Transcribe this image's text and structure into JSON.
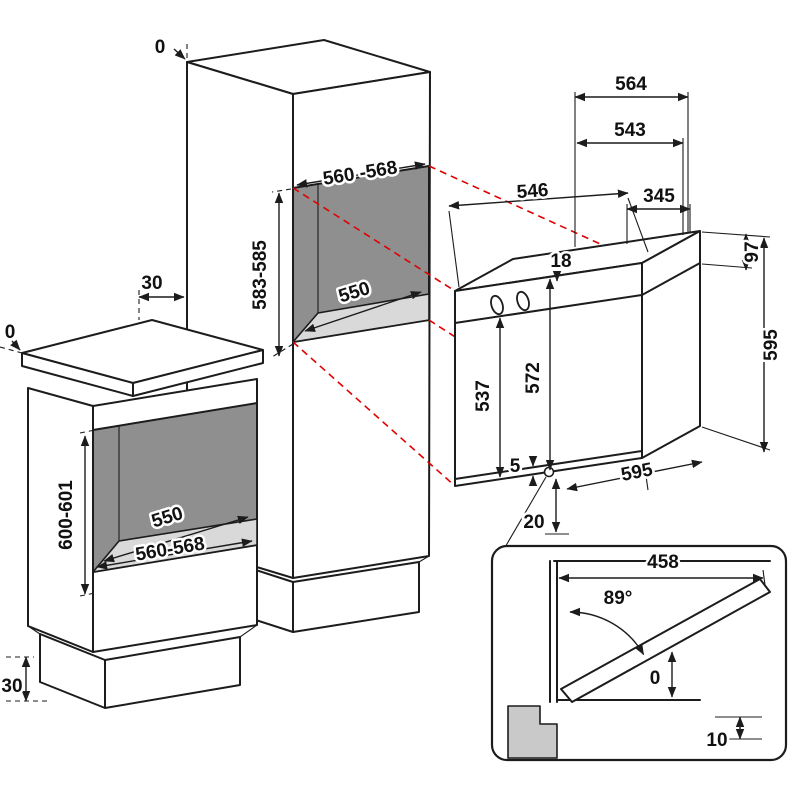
{
  "figure": {
    "kind": "built-in oven installation diagram"
  },
  "colors": {
    "outline": "#1c1c1c",
    "projection": "#e10000",
    "niche_back": "#8f8f8f",
    "niche_floor": "#d9d9d9",
    "detail_base": "#c9c9c9"
  },
  "tall_unit": {
    "top_gap": "0",
    "niche_width": "560 -568",
    "niche_height": "583-585",
    "niche_depth": "550",
    "side_clearance": "30"
  },
  "base_unit": {
    "top_gap": "0",
    "niche_depth": "550",
    "niche_height": "600-601",
    "niche_width": "560-568",
    "bottom_clearance": "30"
  },
  "oven": {
    "width_top": "564",
    "width_body": "543",
    "depth_body": "546",
    "depth_top": "345",
    "front_lip": "18",
    "panel_height": "97",
    "height_rear": "595",
    "height_inner": "537",
    "height_front": "572",
    "bottom_gap": "5",
    "width_front": "595",
    "bottom_clearance": "20"
  },
  "door_detail": {
    "projection": "458",
    "angle": "89°",
    "flush_gap": "0",
    "clearance": "10"
  }
}
